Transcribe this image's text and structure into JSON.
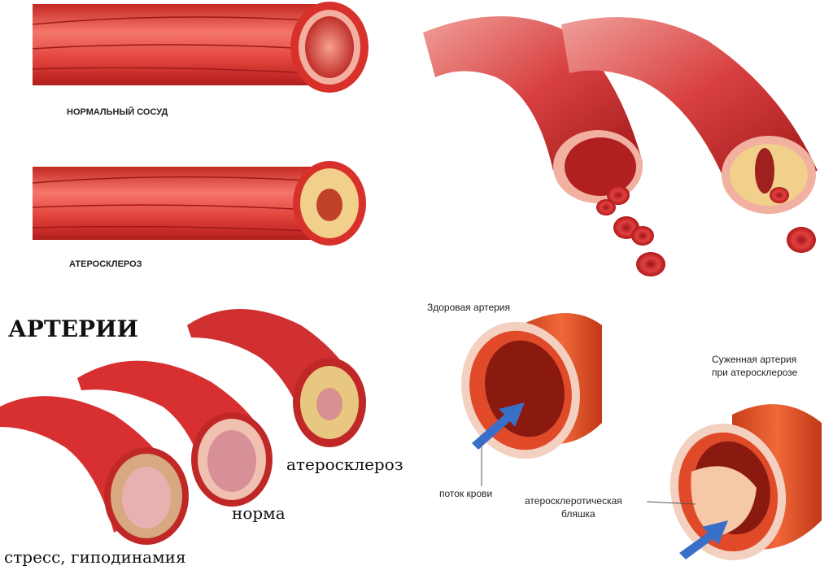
{
  "panels": {
    "top_left": {
      "normal_label": "НОРМАЛЬНЫЙ СОСУД",
      "atherosclerosis_label": "АТЕРОСКЛЕРОЗ"
    },
    "bottom_left": {
      "title": "АРТЕРИИ",
      "atherosclerosis_label": "атеросклероз",
      "norm_label": "норма",
      "stress_label": "стресс, гиподинамия"
    },
    "bottom_right": {
      "healthy_label": "Здоровая артерия",
      "narrowed_label_line1": "Суженная артерия",
      "narrowed_label_line2": "при атеросклерозе",
      "blood_flow_label": "поток крови",
      "plaque_label_line1": "атеросклеротическая",
      "plaque_label_line2": "бляшка"
    }
  },
  "colors": {
    "vessel_red": "#d8302a",
    "vessel_light": "#f06a5a",
    "plaque_yellow": "#f0d08a",
    "artery_orange": "#e0502a",
    "arrow_blue": "#3a6fc8"
  }
}
